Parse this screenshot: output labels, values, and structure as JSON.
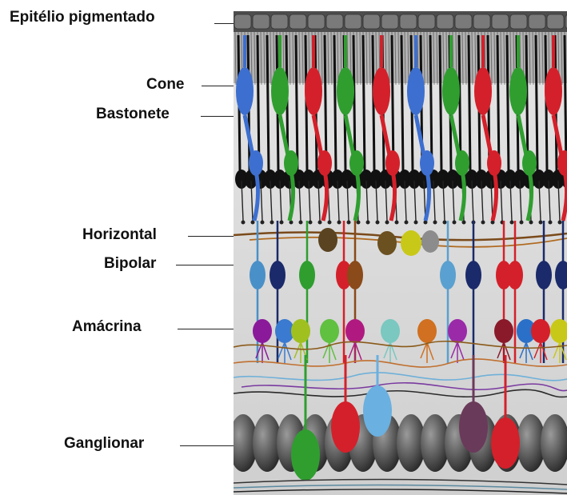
{
  "labels": {
    "pigment_epithelium": "Epitélio pigmentado",
    "cone": "Cone",
    "rod": "Bastonete",
    "horizontal": "Horizontal",
    "bipolar": "Bipolar",
    "amacrine": "Amácrina",
    "ganglion": "Ganglionar"
  },
  "colors": {
    "blue_cone": "#3d6fd0",
    "green_cone": "#2f9e2f",
    "red_cone": "#d4202a",
    "rod": "#111111",
    "background_cells": "#d9d9d9",
    "epithelium": "#5a5a5a"
  }
}
